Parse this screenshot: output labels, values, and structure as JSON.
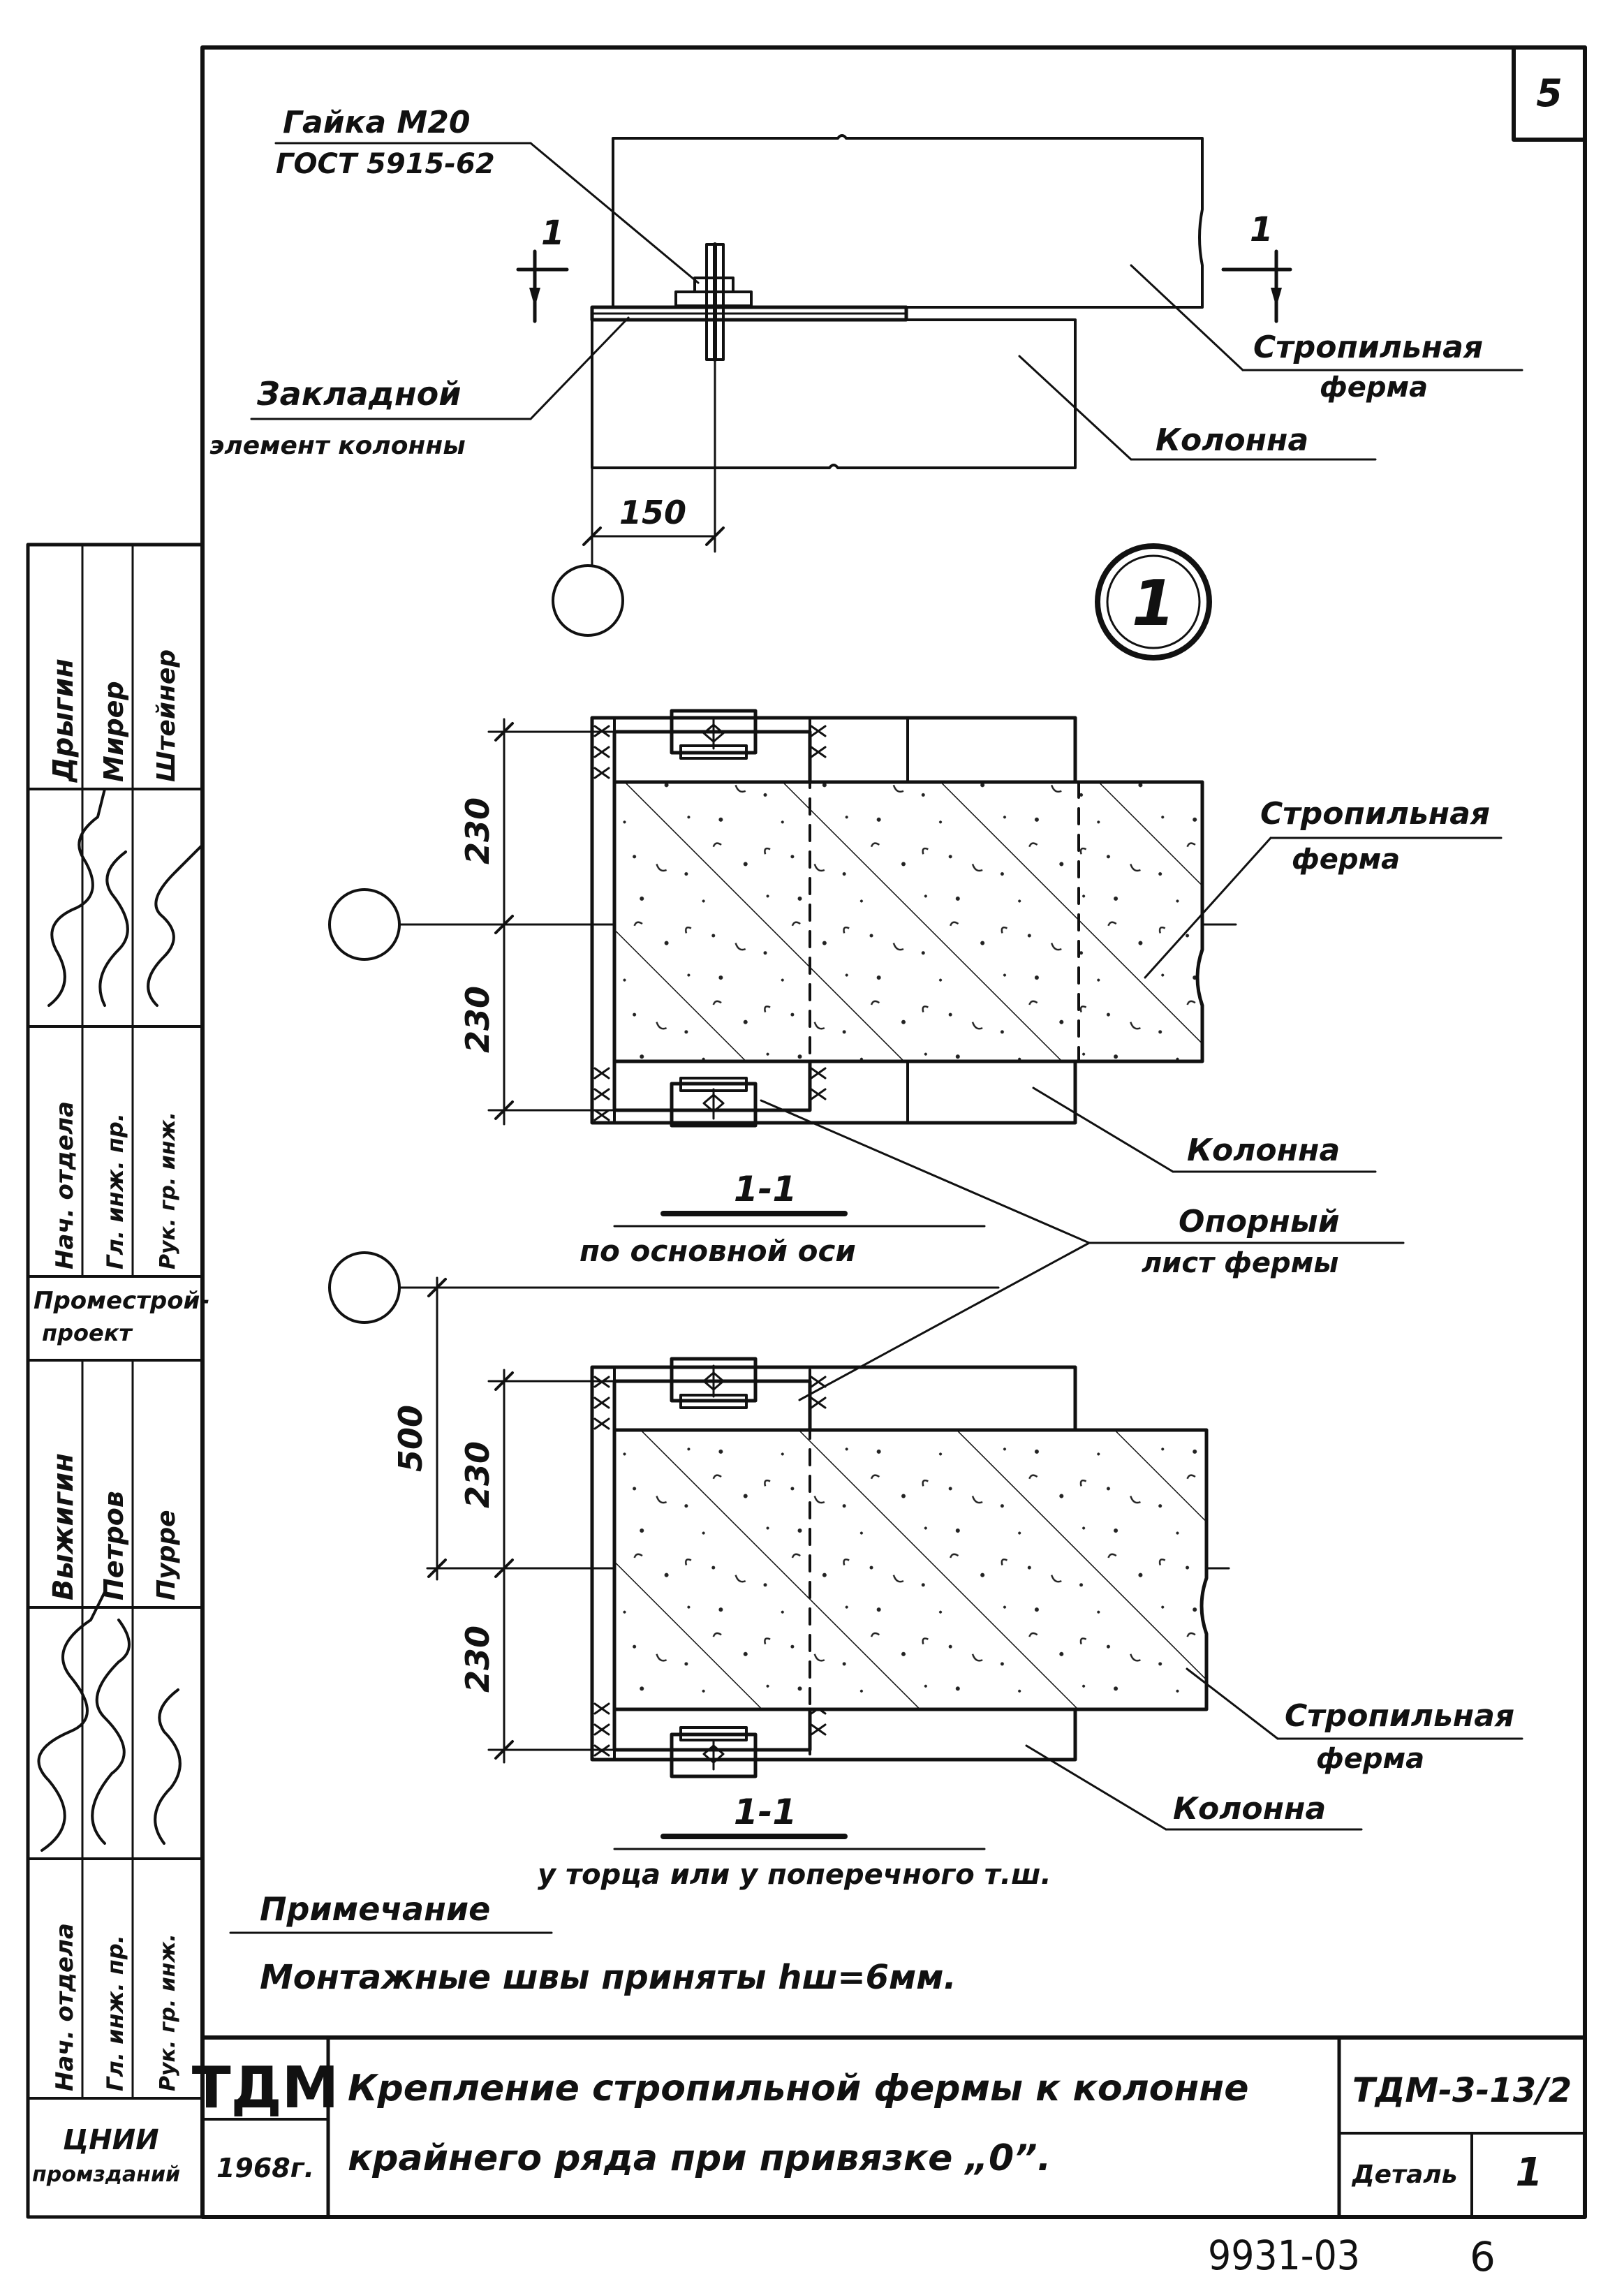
{
  "sheet_number": "5",
  "top_view": {
    "nut_label": "Гайка М20",
    "nut_standard": "ГОСТ 5915-62",
    "section_mark_left": "1",
    "section_mark_right": "1",
    "truss_label_line1": "Стропильная",
    "truss_label_line2": "ферма",
    "embed_label_line1": "Закладной",
    "embed_label_line2": "элемент колонны",
    "column_label": "Колонна",
    "dim_150": "150",
    "detail_marker": "1"
  },
  "section_main": {
    "dim_top": "230",
    "dim_bottom": "230",
    "truss_label_line1": "Стропильная",
    "truss_label_line2": "ферма",
    "column_label": "Колонна",
    "title": "1-1",
    "subtitle": "по основной оси"
  },
  "support_plate_label_line1": "Опорный",
  "support_plate_label_line2": "лист фермы",
  "section_end": {
    "dim_500": "500",
    "dim_top": "230",
    "dim_bottom": "230",
    "truss_label_line1": "Стропильная",
    "truss_label_line2": "ферма",
    "column_label": "Колонна",
    "title": "1-1",
    "subtitle": "у торца или у поперечного т.ш."
  },
  "note": {
    "heading": "Примечание",
    "text": "Монтажные швы приняты hш=6мм."
  },
  "side_stamp": {
    "col1": [
      "Дрыгин",
      "Мирер",
      "Штейнер"
    ],
    "roles_a": [
      "Нач. отдела",
      "Гл. инж. пр.",
      "Рук. гр. инж."
    ],
    "org": [
      "Проместрой-",
      "проект"
    ],
    "col2": [
      "Выжигин",
      "Петров",
      "Пурре"
    ],
    "roles_b": [
      "Нач. отдела",
      "Гл. инж. пр.",
      "Рук. гр. инж."
    ],
    "org2": [
      "ЦНИИ",
      "промзданий"
    ]
  },
  "title_block": {
    "logo": "ТДМ",
    "year": "1968г.",
    "title_line1": "Крепление стропильной фермы к колонне",
    "title_line2": "крайнего ряда при привязке „0”.",
    "code": "ТДМ-3-13/2",
    "detail_label": "Деталь",
    "detail_number": "1"
  },
  "footer": {
    "number": "9931-03",
    "page": "6"
  }
}
